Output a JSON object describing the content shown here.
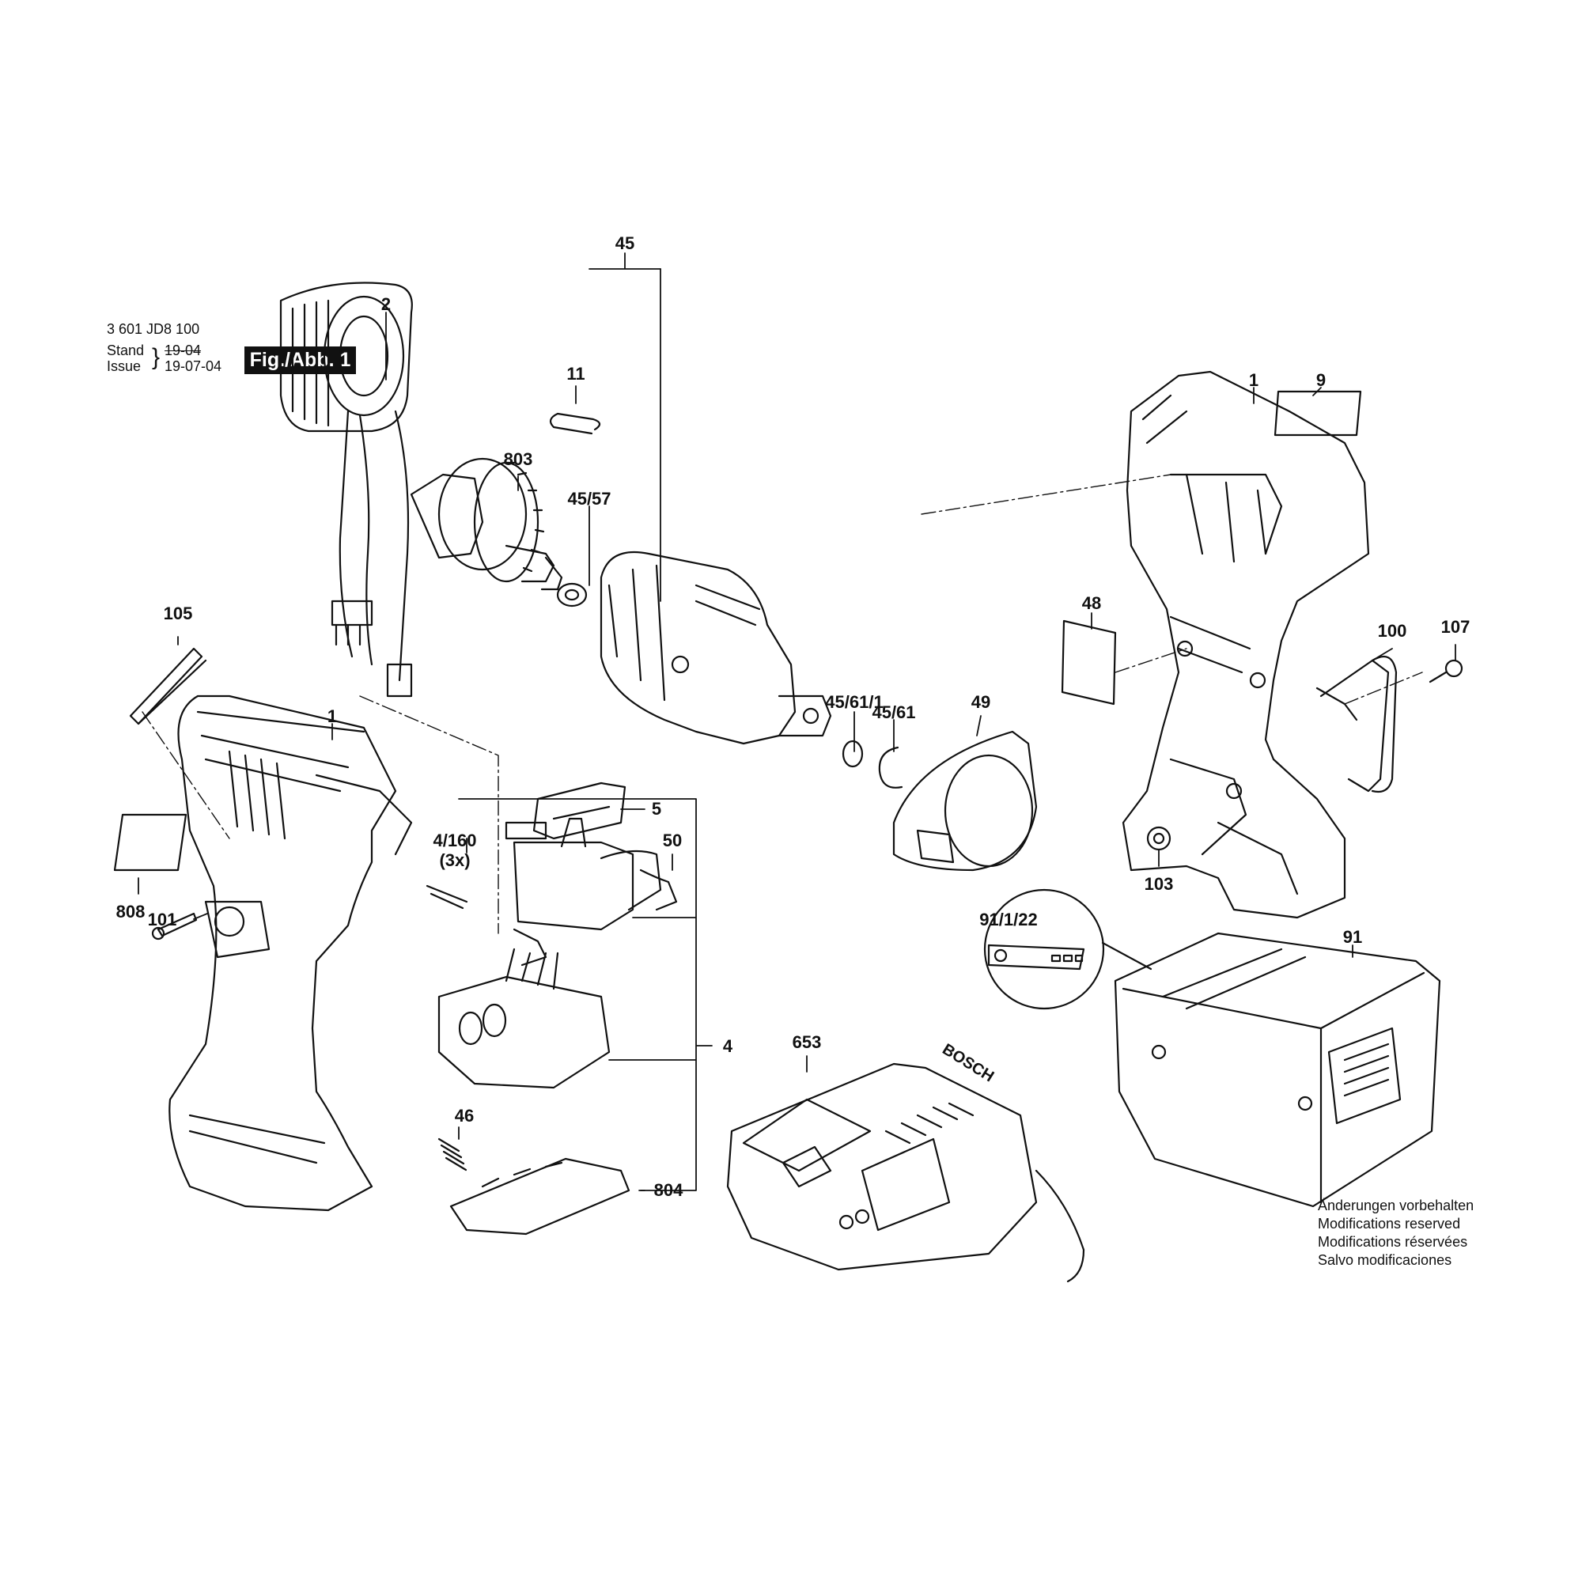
{
  "header": {
    "doc_number": "3 601 JD8 100",
    "stand_label": "Stand",
    "issue_label": "Issue",
    "stand_date": "19-04",
    "issue_date": "19-07-04",
    "figure": "Fig./Abb. 1"
  },
  "notes": [
    "Änderungen vorbehalten",
    "Modifications reserved",
    "Modifications réservées",
    "Salvo modificaciones"
  ],
  "callouts": {
    "c2": "2",
    "c11": "11",
    "c803": "803",
    "c45": "45",
    "c45_57": "45/57",
    "c1_right": "1",
    "c9": "9",
    "c48": "48",
    "c100": "100",
    "c107": "107",
    "c105": "105",
    "c1_left": "1",
    "c5": "5",
    "c45_61_1": "45/61/1",
    "c45_61": "45/61",
    "c49": "49",
    "c4_160": "4/160",
    "c3x": "(3x)",
    "c50": "50",
    "c103": "103",
    "c808": "808",
    "c101": "101",
    "c4": "4",
    "c91_1_22": "91/1/22",
    "c91": "91",
    "c653": "653",
    "c46": "46",
    "c804": "804"
  },
  "brand_text": "BOSCH",
  "colors": {
    "ink": "#111111",
    "paper": "#ffffff",
    "badge": "#111111"
  },
  "icons": [
    "stator-icon",
    "rotor-icon",
    "gearbox-icon",
    "housing-icon",
    "switch-icon",
    "battery-icon",
    "charger-icon"
  ]
}
